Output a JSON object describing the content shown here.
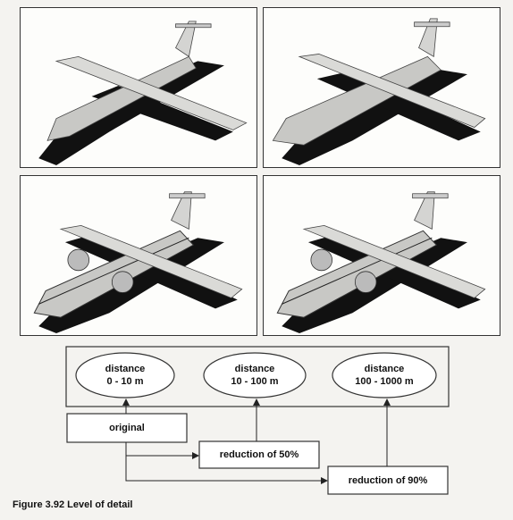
{
  "panels": [
    {
      "name": "lod-original",
      "detail": "low"
    },
    {
      "name": "lod-medium",
      "detail": "medium"
    },
    {
      "name": "lod-high-a",
      "detail": "high"
    },
    {
      "name": "lod-high-b",
      "detail": "high"
    }
  ],
  "distances": [
    {
      "label": "distance",
      "range": "0 - 10 m"
    },
    {
      "label": "distance",
      "range": "10 - 100 m"
    },
    {
      "label": "distance",
      "range": "100 - 1000 m"
    }
  ],
  "boxes": {
    "original": "original",
    "reduction_50": "reduction of 50%",
    "reduction_90": "reduction of 90%"
  },
  "caption": "Figure 3.92 Level of detail",
  "colors": {
    "wing": "#d8d8d6",
    "fuselage": "#cfcfcc",
    "shadow": "#111111",
    "outline": "#333333"
  }
}
